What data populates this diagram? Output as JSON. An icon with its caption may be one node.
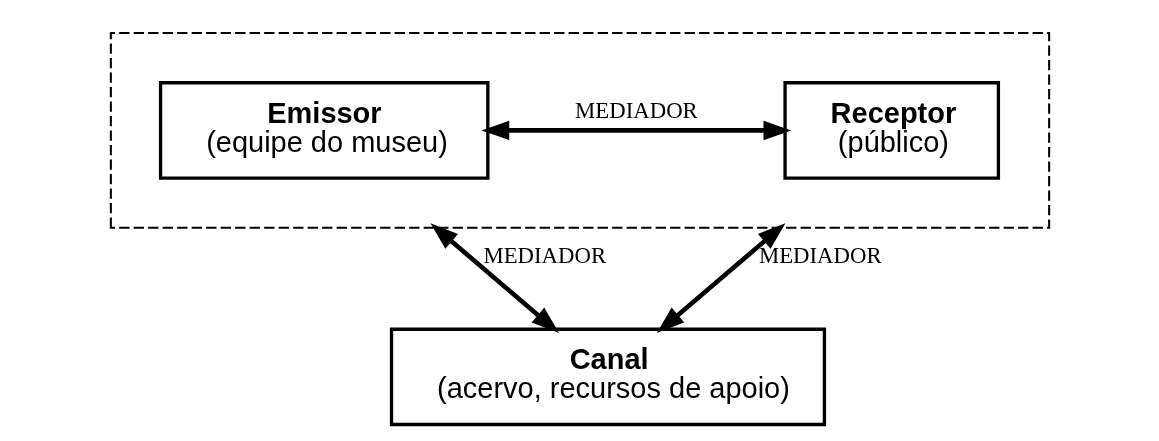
{
  "diagram": {
    "nodes": [
      {
        "text": [],
        "shape": "box"
      },
      {
        "text": [
          "Emissor",
          "(equipe do museu)"
        ],
        "in": 0
      },
      {
        "text": [
          "Receptor",
          "(público)"
        ],
        "in": 0
      },
      {
        "text": [
          "Canal",
          "(acervo, recursos de apoio)"
        ]
      }
    ],
    "edges": [
      {
        "from": 1,
        "to": 2,
        "arrow": "both",
        "label": "MEDIADOR"
      },
      {
        "from": 0,
        "to": 3,
        "arrow": "both",
        "label": "MEDIADOR"
      },
      {
        "from": 3,
        "to": 0,
        "arrow": "both",
        "label": "MEDIADOR"
      }
    ]
  }
}
